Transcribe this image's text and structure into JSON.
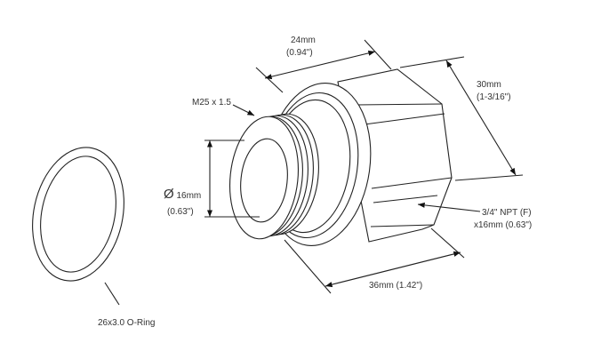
{
  "labels": {
    "oring": "26x3.0 O-Ring",
    "thread": "M25 x 1.5",
    "diameter_symbol": "Ø",
    "diameter_mm": "16mm",
    "diameter_in": "(0.63\")",
    "length_short_mm": "24mm",
    "length_short_in": "(0.94\")",
    "hex_mm": "30mm",
    "hex_in": "(1-3/16\")",
    "npt_line1": "3/4\" NPT (F)",
    "npt_line2": "x16mm (0.63\")",
    "length_total": "36mm (1.42\")"
  },
  "colors": {
    "line": "#222222",
    "text": "#333333"
  }
}
